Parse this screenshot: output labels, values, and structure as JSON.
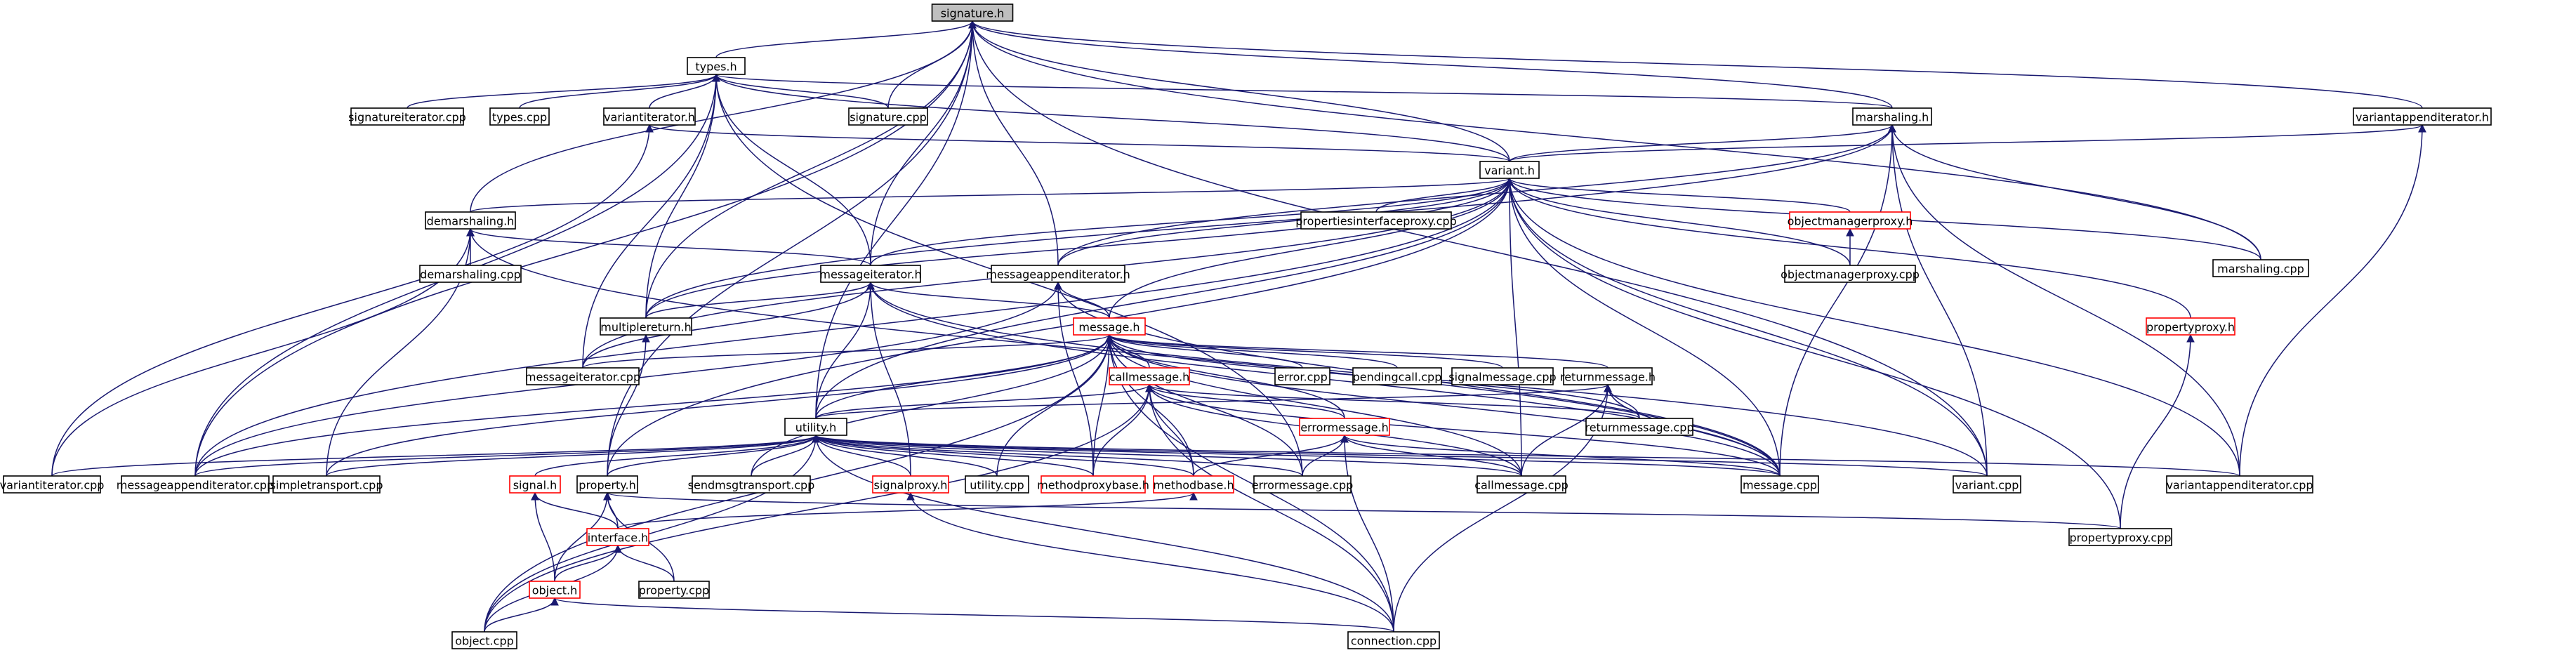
{
  "colors": {
    "edge": "#191970",
    "node_border": "#000000",
    "node_border_highlight": "#ff0000",
    "root_fill": "#bfbfbf",
    "node_fill": "#ffffff"
  },
  "nodes": {
    "signature_h": "signature.h",
    "types_h": "types.h",
    "signatureiterator_cpp": "signatureiterator.cpp",
    "types_cpp": "types.cpp",
    "variantiterator_h": "variantiterator.h",
    "signature_cpp": "signature.cpp",
    "marshaling_h": "marshaling.h",
    "variantappenditerator_h": "variantappenditerator.h",
    "variant_h": "variant.h",
    "demarshaling_h": "demarshaling.h",
    "propertiesinterfaceproxy_cpp": "propertiesinterfaceproxy.cpp",
    "objectmanagerproxy_h": "objectmanagerproxy.h",
    "marshaling_cpp": "marshaling.cpp",
    "demarshaling_cpp": "demarshaling.cpp",
    "messageiterator_h": "messageiterator.h",
    "messageappenditerator_h": "messageappenditerator.h",
    "objectmanagerproxy_cpp": "objectmanagerproxy.cpp",
    "multiplereturn_h": "multiplereturn.h",
    "message_h": "message.h",
    "propertyproxy_h": "propertyproxy.h",
    "messageiterator_cpp": "messageiterator.cpp",
    "error_cpp": "error.cpp",
    "pendingcall_cpp": "pendingcall.cpp",
    "signalmessage_cpp": "signalmessage.cpp",
    "returnmessage_h": "returnmessage.h",
    "callmessage_h": "callmessage.h",
    "returnmessage_cpp": "returnmessage.cpp",
    "utility_h": "utility.h",
    "errormessage_h": "errormessage.h",
    "variantiterator_cpp": "variantiterator.cpp",
    "messageappenditerator_cpp": "messageappenditerator.cpp",
    "simpletransport_cpp": "simpletransport.cpp",
    "sendmsgtransport_cpp": "sendmsgtransport.cpp",
    "signalproxy_h": "signalproxy.h",
    "utility_cpp": "utility.cpp",
    "methodproxybase_h": "methodproxybase.h",
    "methodbase_h": "methodbase.h",
    "errormessage_cpp": "errormessage.cpp",
    "callmessage_cpp": "callmessage.cpp",
    "message_cpp": "message.cpp",
    "variant_cpp": "variant.cpp",
    "variantappenditerator_cpp": "variantappenditerator.cpp",
    "signal_h": "signal.h",
    "property_h": "property.h",
    "interface_h": "interface.h",
    "propertyproxy_cpp": "propertyproxy.cpp",
    "object_h": "object.h",
    "property_cpp": "property.cpp",
    "object_cpp": "object.cpp",
    "connection_cpp": "connection.cpp"
  }
}
